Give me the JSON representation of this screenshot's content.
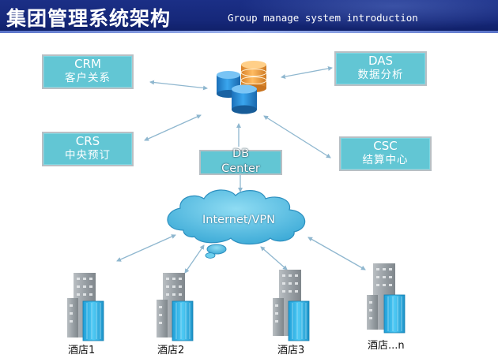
{
  "header": {
    "title_cn": "集团管理系统架构",
    "title_en": "Group manage system introduction"
  },
  "modules": {
    "crm": {
      "code": "CRM",
      "name": "客户关系"
    },
    "crs": {
      "code": "CRS",
      "name": "中央预订"
    },
    "das": {
      "code": "DAS",
      "name": "数据分析"
    },
    "csc": {
      "code": "CSC",
      "name": "结算中心"
    }
  },
  "db_center": {
    "line1": "DB",
    "line2": "Center"
  },
  "network": {
    "label": "Internet/VPN"
  },
  "hotels": [
    {
      "label": "酒店1"
    },
    {
      "label": "酒店2"
    },
    {
      "label": "酒店3"
    },
    {
      "label": "酒店...n"
    }
  ],
  "colors": {
    "header_bg": "#1b2f86",
    "box_fill": "#62c6d4",
    "box_border": "#b8bfc4",
    "arrow": "#8fb7cf",
    "cloud_fill": "#5fc3e4",
    "db_blue": "#2b8fd6",
    "db_orange": "#f0a242",
    "building_gray": "#9aa2a8",
    "building_glass": "#2fb3e8"
  }
}
